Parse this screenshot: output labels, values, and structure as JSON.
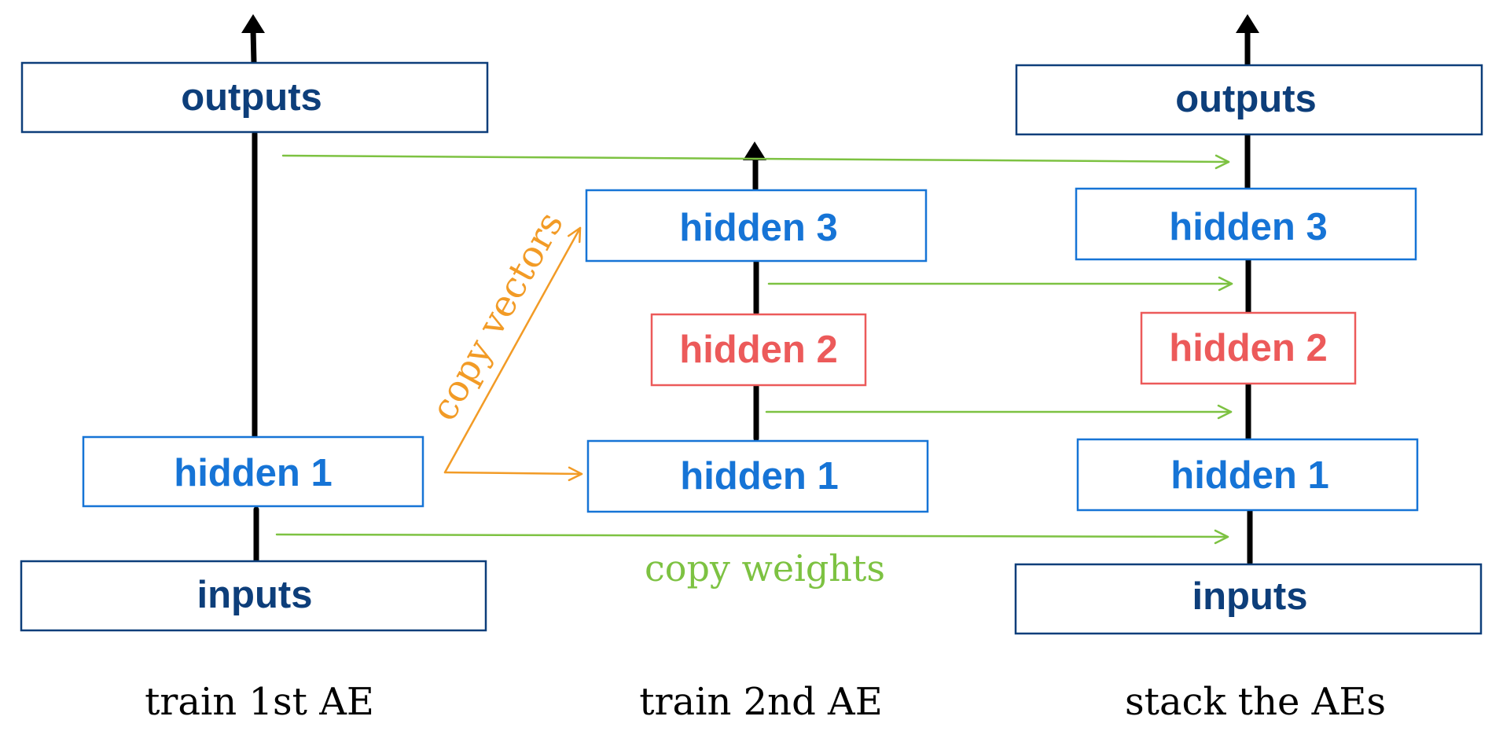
{
  "colors": {
    "dark_blue": "#0d3e7a",
    "blue": "#1674d6",
    "red": "#ec5a5a",
    "green": "#7dc242",
    "orange": "#f29b26",
    "black": "#000000"
  },
  "columns": [
    {
      "caption": "train  1st  AE",
      "boxes": {
        "outputs": "outputs",
        "hidden1": "hidden 1",
        "inputs": "inputs"
      }
    },
    {
      "caption": "train  2nd  AE",
      "boxes": {
        "hidden3": "hidden 3",
        "hidden2": "hidden 2",
        "hidden1": "hidden 1"
      }
    },
    {
      "caption": "stack the AEs",
      "boxes": {
        "outputs": "outputs",
        "hidden3": "hidden 3",
        "hidden2": "hidden 2",
        "hidden1": "hidden 1",
        "inputs": "inputs"
      }
    }
  ],
  "annotations": {
    "copy_weights": "copy  weights",
    "copy_vectors": "copy  vectors"
  }
}
